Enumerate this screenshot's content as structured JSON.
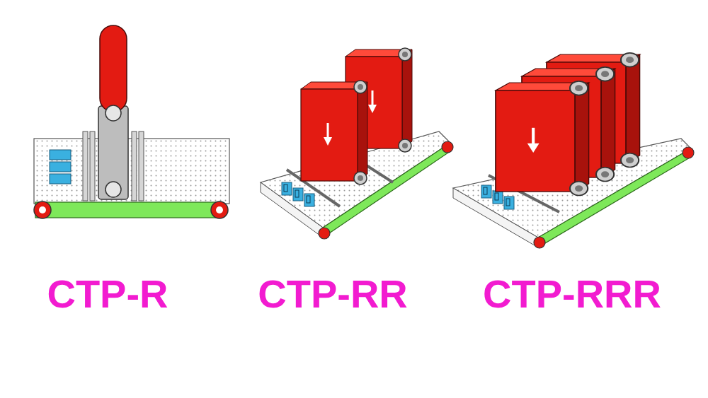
{
  "diagram": {
    "labels": [
      "CTP-R",
      "CTP-RR",
      "CTP-RRR"
    ]
  }
}
